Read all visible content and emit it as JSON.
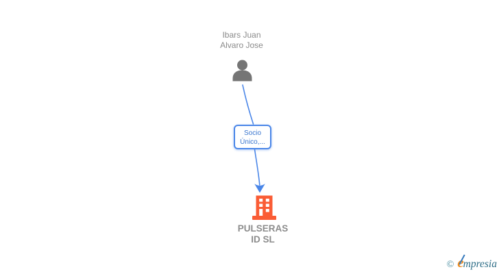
{
  "diagram": {
    "person_node": {
      "name_line1": "Ibars Juan",
      "name_line2": "Alvaro Jose",
      "icon": "person-icon"
    },
    "edge": {
      "label_line1": "Socio",
      "label_line2": "Único,...",
      "direction": "person-to-company",
      "arrow": "down"
    },
    "company_node": {
      "name_line1": "PULSERAS",
      "name_line2": "ID SL",
      "icon": "building-icon"
    }
  },
  "watermark": {
    "copyright_symbol": "©",
    "brand_initial": "e",
    "brand_rest": "mpresia"
  },
  "colors": {
    "background": "#ffffff",
    "edge": "#4a86e8",
    "relation_box_border": "#4a86e8",
    "relation_box_text": "#3a76cf",
    "person_icon": "#757575",
    "person_text": "#8a8a8a",
    "building_icon": "#fa5c35",
    "company_text": "#8c8c8c",
    "watermark_copyright": "#41889b",
    "watermark_initial": "#ef8d1f",
    "watermark_initial_stroke": "#3377bb",
    "watermark_rest": "#2f6e87"
  }
}
